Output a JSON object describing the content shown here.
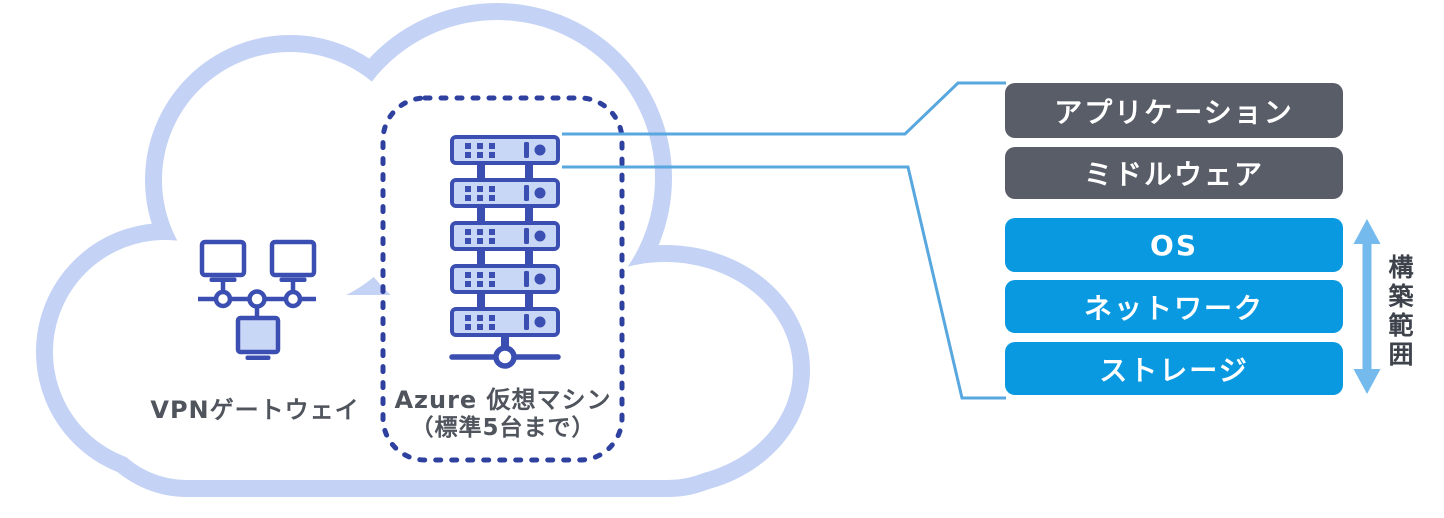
{
  "diagram": {
    "cloud": {
      "vpn_gateway": {
        "label": "VPNゲートウェイ",
        "icon": "network-computers-icon"
      },
      "azure_vm": {
        "label": "Azure 仮想マシン",
        "sub_label": "（標準5台まで）",
        "server_count": 5,
        "icon": "server-stack-icon"
      }
    },
    "stack": {
      "layers": [
        {
          "label": "アプリケーション",
          "scope": "outside",
          "color": "#595D67"
        },
        {
          "label": "ミドルウェア",
          "scope": "outside",
          "color": "#595D67"
        },
        {
          "label": "OS",
          "scope": "build",
          "color": "#0999E1"
        },
        {
          "label": "ネットワーク",
          "scope": "build",
          "color": "#0999E1"
        },
        {
          "label": "ストレージ",
          "scope": "build",
          "color": "#0999E1"
        }
      ],
      "scope_label": "構築範囲"
    },
    "colors": {
      "cloud_outline": "#C4D2F5",
      "icon_navy": "#3A4FB1",
      "icon_fill": "#C9D7F6",
      "dashed_border": "#2F419F",
      "layer_dark": "#595D67",
      "layer_blue": "#0999E1",
      "connector_line": "#58A7DF",
      "scope_arrow": "#74BAED",
      "label_text": "#4F545D"
    }
  }
}
